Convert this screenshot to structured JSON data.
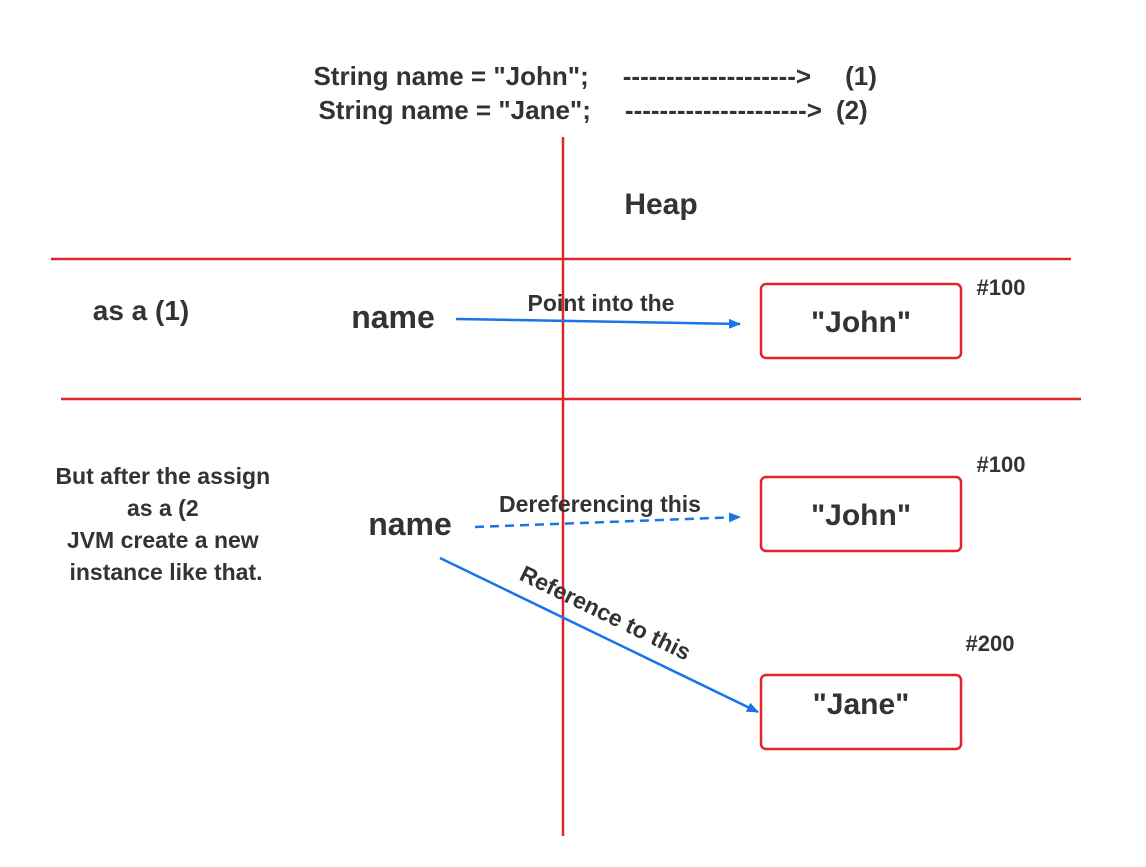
{
  "code": [
    {
      "statement": "String name = \"John\";",
      "arrow": "-------------------->",
      "marker": "(1)"
    },
    {
      "statement": "String name = \"Jane\";",
      "arrow": "--------------------->",
      "marker": "(2)"
    }
  ],
  "heap_label": "Heap",
  "row1": {
    "caption": "as a (1)",
    "variable": "name",
    "edge_label": "Point into the",
    "object": {
      "value": "\"John\"",
      "address": "#100"
    }
  },
  "row2": {
    "caption_lines": [
      "But after the assign",
      "as a (2",
      "JVM create a new",
      "instance like that."
    ],
    "variable": "name",
    "old_edge_label": "Dereferencing this",
    "new_edge_label": "Reference to this",
    "old_object": {
      "value": "\"John\"",
      "address": "#100"
    },
    "new_object": {
      "value": "\"Jane\"",
      "address": "#200"
    }
  },
  "colors": {
    "divider": "#e0242b",
    "arrow": "#1a73e8",
    "text": "#333333"
  }
}
